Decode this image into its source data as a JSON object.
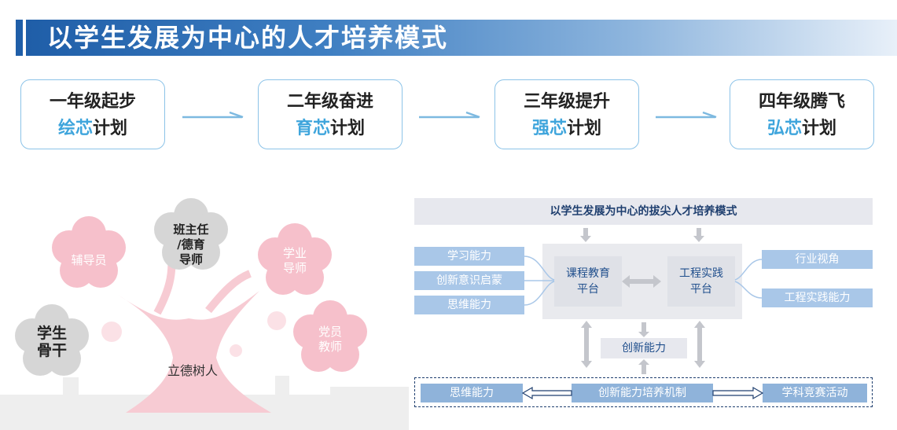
{
  "title": "以学生发展为中心的人才培养模式",
  "stages": [
    {
      "line1": "一年级起步",
      "highlight": "绘芯",
      "suffix": "计划"
    },
    {
      "line1": "二年级奋进",
      "highlight": "育芯",
      "suffix": "计划"
    },
    {
      "line1": "三年级提升",
      "highlight": "强芯",
      "suffix": "计划"
    },
    {
      "line1": "四年级腾飞",
      "highlight": "弘芯",
      "suffix": "计划"
    }
  ],
  "tree": {
    "trunk_label": "立德树人",
    "flowers": {
      "counselor": "辅导员",
      "head_teacher_line1": "班主任",
      "head_teacher_line2": "/德育",
      "head_teacher_line3": "导师",
      "academic_line1": "学业",
      "academic_line2": "导师",
      "student_line1": "学生",
      "student_line2": "骨干",
      "party_line1": "党员",
      "party_line2": "教师"
    }
  },
  "diagram": {
    "title": "以学生发展为中心的拔尖人才培养模式",
    "left_skills": [
      "学习能力",
      "创新意识启蒙",
      "思维能力"
    ],
    "right_skills": [
      "行业视角",
      "工程实践能力"
    ],
    "platform_left": {
      "line1": "课程教育",
      "line2": "平台"
    },
    "platform_right": {
      "line1": "工程实践",
      "line2": "平台"
    },
    "middle": "创新能力",
    "bottom_left": "思维能力",
    "bottom_center": "创新能力培养机制",
    "bottom_right": "学科竞赛活动"
  },
  "colors": {
    "banner": "#1f5ea8",
    "highlight_text": "#3fa5dc",
    "pink_flower": "#f6c6cf",
    "gray_flower": "#d9d9d9",
    "skill_box": "#a9c7e8"
  }
}
